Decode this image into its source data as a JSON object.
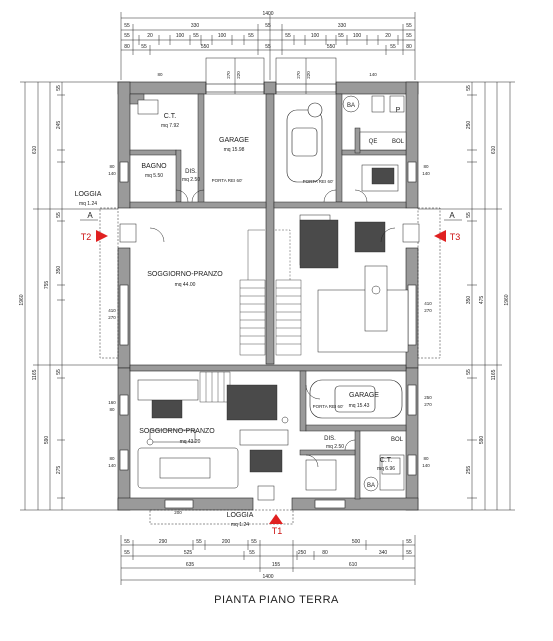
{
  "title": "PIANTA PIANO TERRA",
  "dims": {
    "top": {
      "row1": [
        "1400"
      ],
      "row2": [
        "55",
        "330",
        "55",
        "330",
        "55"
      ],
      "row3": [
        "55",
        "20",
        "100",
        "55",
        "100",
        "55",
        "55",
        "100",
        "55",
        "100",
        "20",
        "55"
      ],
      "row4": [
        "80",
        "55",
        "550",
        "55",
        "550",
        "55",
        "80"
      ]
    },
    "bottom": {
      "row1": [
        "55",
        "290",
        "55",
        "200",
        "55",
        "500",
        "55"
      ],
      "row2": [
        "55",
        "525",
        "55",
        "250",
        "80",
        "340",
        "55"
      ],
      "row3": [
        "635",
        "155",
        "610"
      ],
      "row4": [
        "1400"
      ]
    },
    "left": {
      "row1": [
        "1960",
        "1165"
      ],
      "row2": [
        "610",
        "755",
        "590"
      ],
      "row3": [
        "55",
        "245",
        "55",
        "350",
        "55",
        "275"
      ]
    },
    "right": {
      "row1": [
        "1960",
        "1165"
      ],
      "row2": [
        "610",
        "475",
        "590"
      ],
      "row3": [
        "55",
        "250",
        "55",
        "350",
        "55",
        "255"
      ]
    }
  },
  "rooms": [
    {
      "name": "C.T.",
      "area": "mq 7.92"
    },
    {
      "name": "GARAGE",
      "area": "mq 15.98"
    },
    {
      "name": "BAGNO",
      "area": "mq 5.50"
    },
    {
      "name": "DIS.",
      "area": "mq 2.50"
    },
    {
      "name": "SOGGIORNO-PRANZO",
      "area": "mq 44.00"
    },
    {
      "name": "LOGGIA",
      "area": "mq 1.24"
    },
    {
      "name": "SOGGIORNO-PRANZO",
      "area": "mq 43.20"
    },
    {
      "name": "GARAGE",
      "area": "mq 15.43"
    },
    {
      "name": "DIS.",
      "area": "mq 2.50"
    },
    {
      "name": "C.T.",
      "area": "mq 6.96"
    },
    {
      "name": "LOGGIA",
      "area": "mq 1.24"
    },
    {
      "name": "BA",
      "area": ""
    },
    {
      "name": "BA",
      "area": ""
    },
    {
      "name": "BOL",
      "area": ""
    },
    {
      "name": "BOL",
      "area": ""
    },
    {
      "name": "QE",
      "area": ""
    },
    {
      "name": "P",
      "area": ""
    }
  ],
  "doors": [
    "PORTA REI 60'",
    "PORTA REI 60'",
    "PORTA REI 60'"
  ],
  "sections": {
    "t1": "T1",
    "t2": "T2",
    "t3": "T3",
    "a_left": "A",
    "a_right": "A"
  },
  "openings": [
    "270",
    "220",
    "270",
    "220",
    "80",
    "140",
    "80",
    "140",
    "80",
    "140",
    "80",
    "140",
    "80",
    "140",
    "160",
    "80",
    "410",
    "270",
    "410",
    "270",
    "250",
    "270",
    "200"
  ],
  "colors": {
    "wall": "#9a9a9a",
    "wallDark": "#555555",
    "line": "#222222",
    "marker": "#e02020",
    "markerText": "#cc1111",
    "tile": "#4a4a4a"
  }
}
